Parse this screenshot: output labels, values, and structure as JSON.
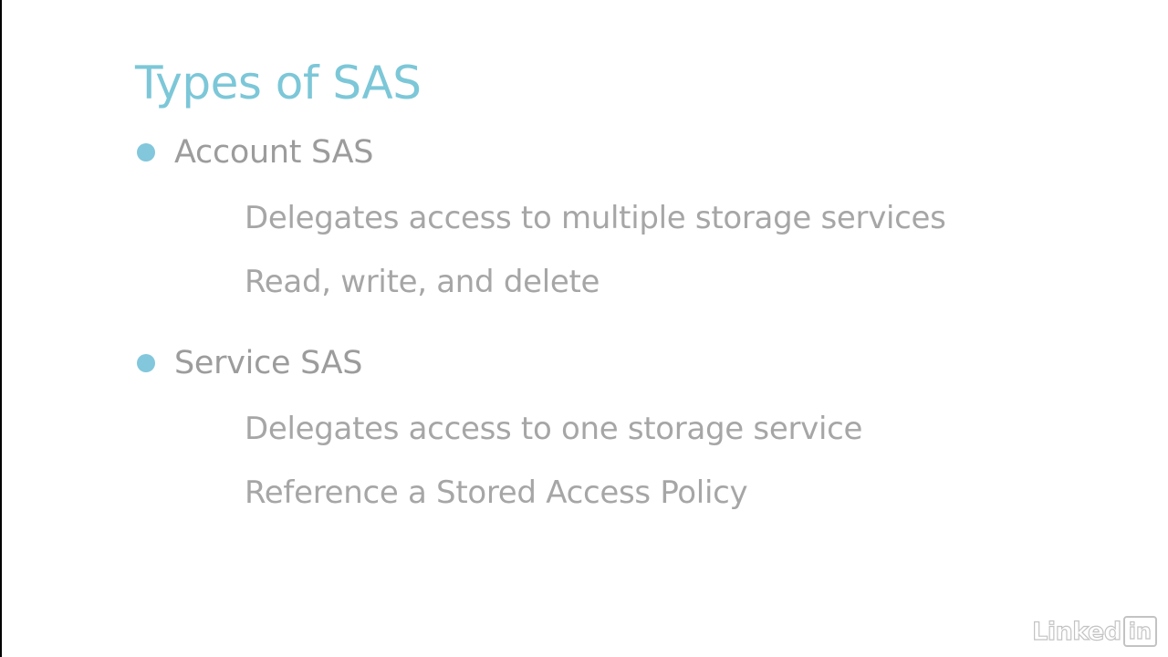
{
  "slide": {
    "title": "Types of SAS",
    "sections": [
      {
        "heading": "Account SAS",
        "points": [
          "Delegates access to multiple storage services",
          "Read, write, and delete"
        ]
      },
      {
        "heading": "Service SAS",
        "points": [
          "Delegates access to one storage service",
          "Reference a Stored Access Policy"
        ]
      }
    ]
  },
  "watermark": {
    "brand_text": "Linked",
    "brand_box": "in"
  },
  "colors": {
    "accent": "#7cc7d8",
    "text": "#9c9c9c",
    "subtext": "#a6a6a6",
    "background": "#ffffff"
  }
}
